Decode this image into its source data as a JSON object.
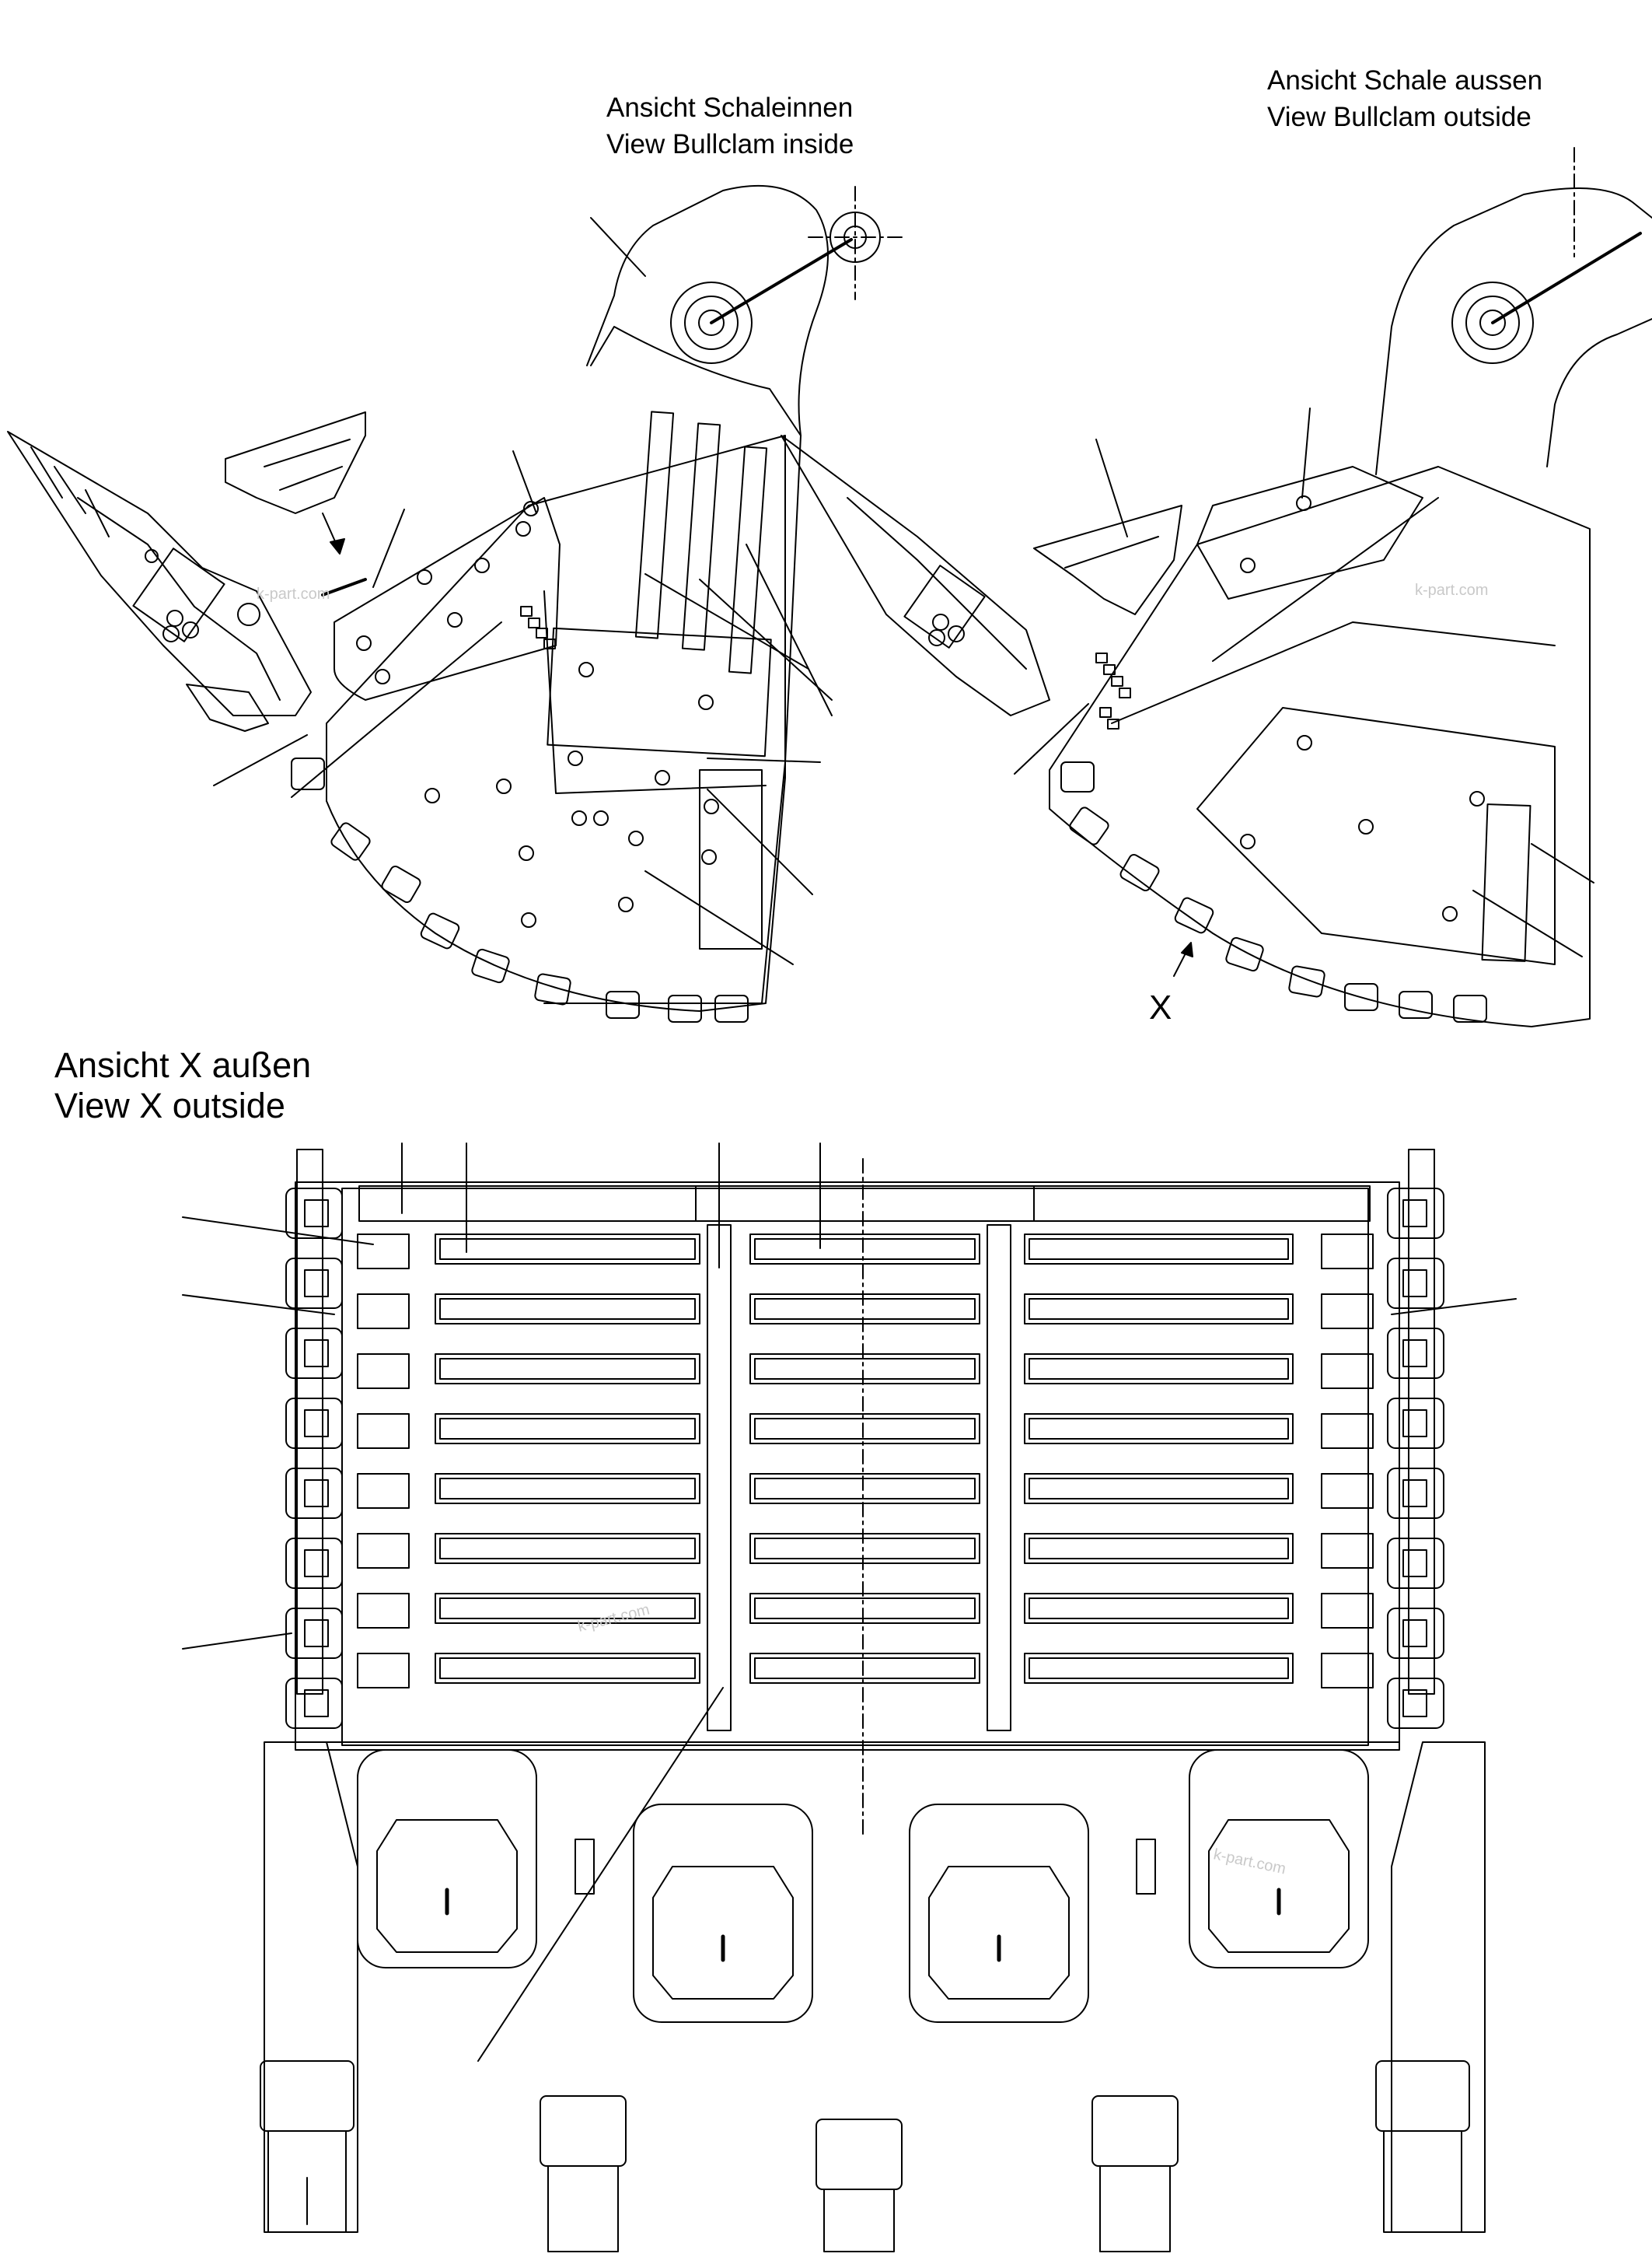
{
  "views": {
    "inside": {
      "line1": "Ansicht Schaleinnen",
      "line2": "View Bullclam inside"
    },
    "outside": {
      "line1": "Ansicht Schale aussen",
      "line2": "View Bullclam outside"
    },
    "x_view": {
      "line1": "Ansicht X außen",
      "line2": "View X outside"
    },
    "x_marker": "X"
  },
  "watermarks": [
    "k-part.com",
    "k-part.com",
    "k-part.com",
    "k-part.com"
  ],
  "colors": {
    "ink": "#000000",
    "watermark": "#c9c9c9",
    "background": "#ffffff"
  }
}
